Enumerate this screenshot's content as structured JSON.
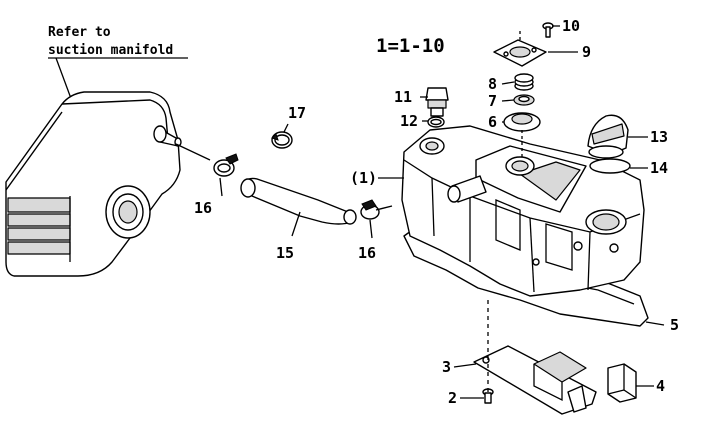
{
  "diagram": {
    "reference_note_line1": "Refer to",
    "reference_note_line2": "suction manifold",
    "range_note": "1=1-10",
    "callouts": {
      "c1": "(1)",
      "c2": "2",
      "c3": "3",
      "c4": "4",
      "c5": "5",
      "c6": "6",
      "c7": "7",
      "c8": "8",
      "c9": "9",
      "c10": "10",
      "c11": "11",
      "c12": "12",
      "c13": "13",
      "c14": "14",
      "c15": "15",
      "c16a": "16",
      "c16b": "16",
      "c17": "17"
    }
  }
}
